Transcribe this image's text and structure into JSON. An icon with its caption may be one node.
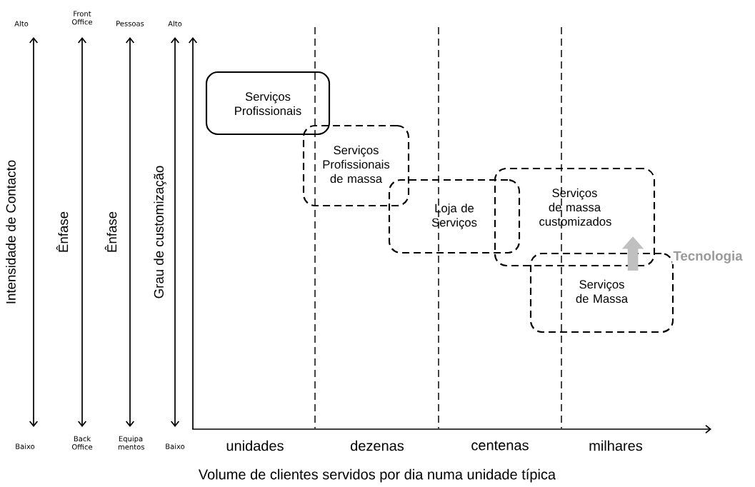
{
  "diagram": {
    "nodes": [
      {
        "text": [
          "Serviços Profissionais"
        ]
      },
      {
        "text": [
          "Serviços Profissionais de massa"
        ]
      },
      {
        "text": [
          "Loja de Serviços"
        ]
      },
      {
        "text": [
          "Serviços de massa customizados"
        ]
      },
      {
        "text": [
          "Serviços de Massa"
        ]
      }
    ],
    "edges": [
      {
        "from": 4,
        "to": 3,
        "arrow": "to",
        "label": "Tecnologia",
        "color": "#c0c0c0"
      }
    ],
    "labels": [
      "Alto",
      "Front Office",
      "Pessoas",
      "Alto",
      "Intensidade de Contacto",
      "Ênfase",
      "Ênfase",
      "Grau de customização",
      "Baixo",
      "Back Office",
      "Equipa mentos",
      "Baixo",
      "unidades",
      "dezenas",
      "centenas",
      "milhares",
      "Volume de clientes servidos por dia numa unidade típica"
    ]
  }
}
